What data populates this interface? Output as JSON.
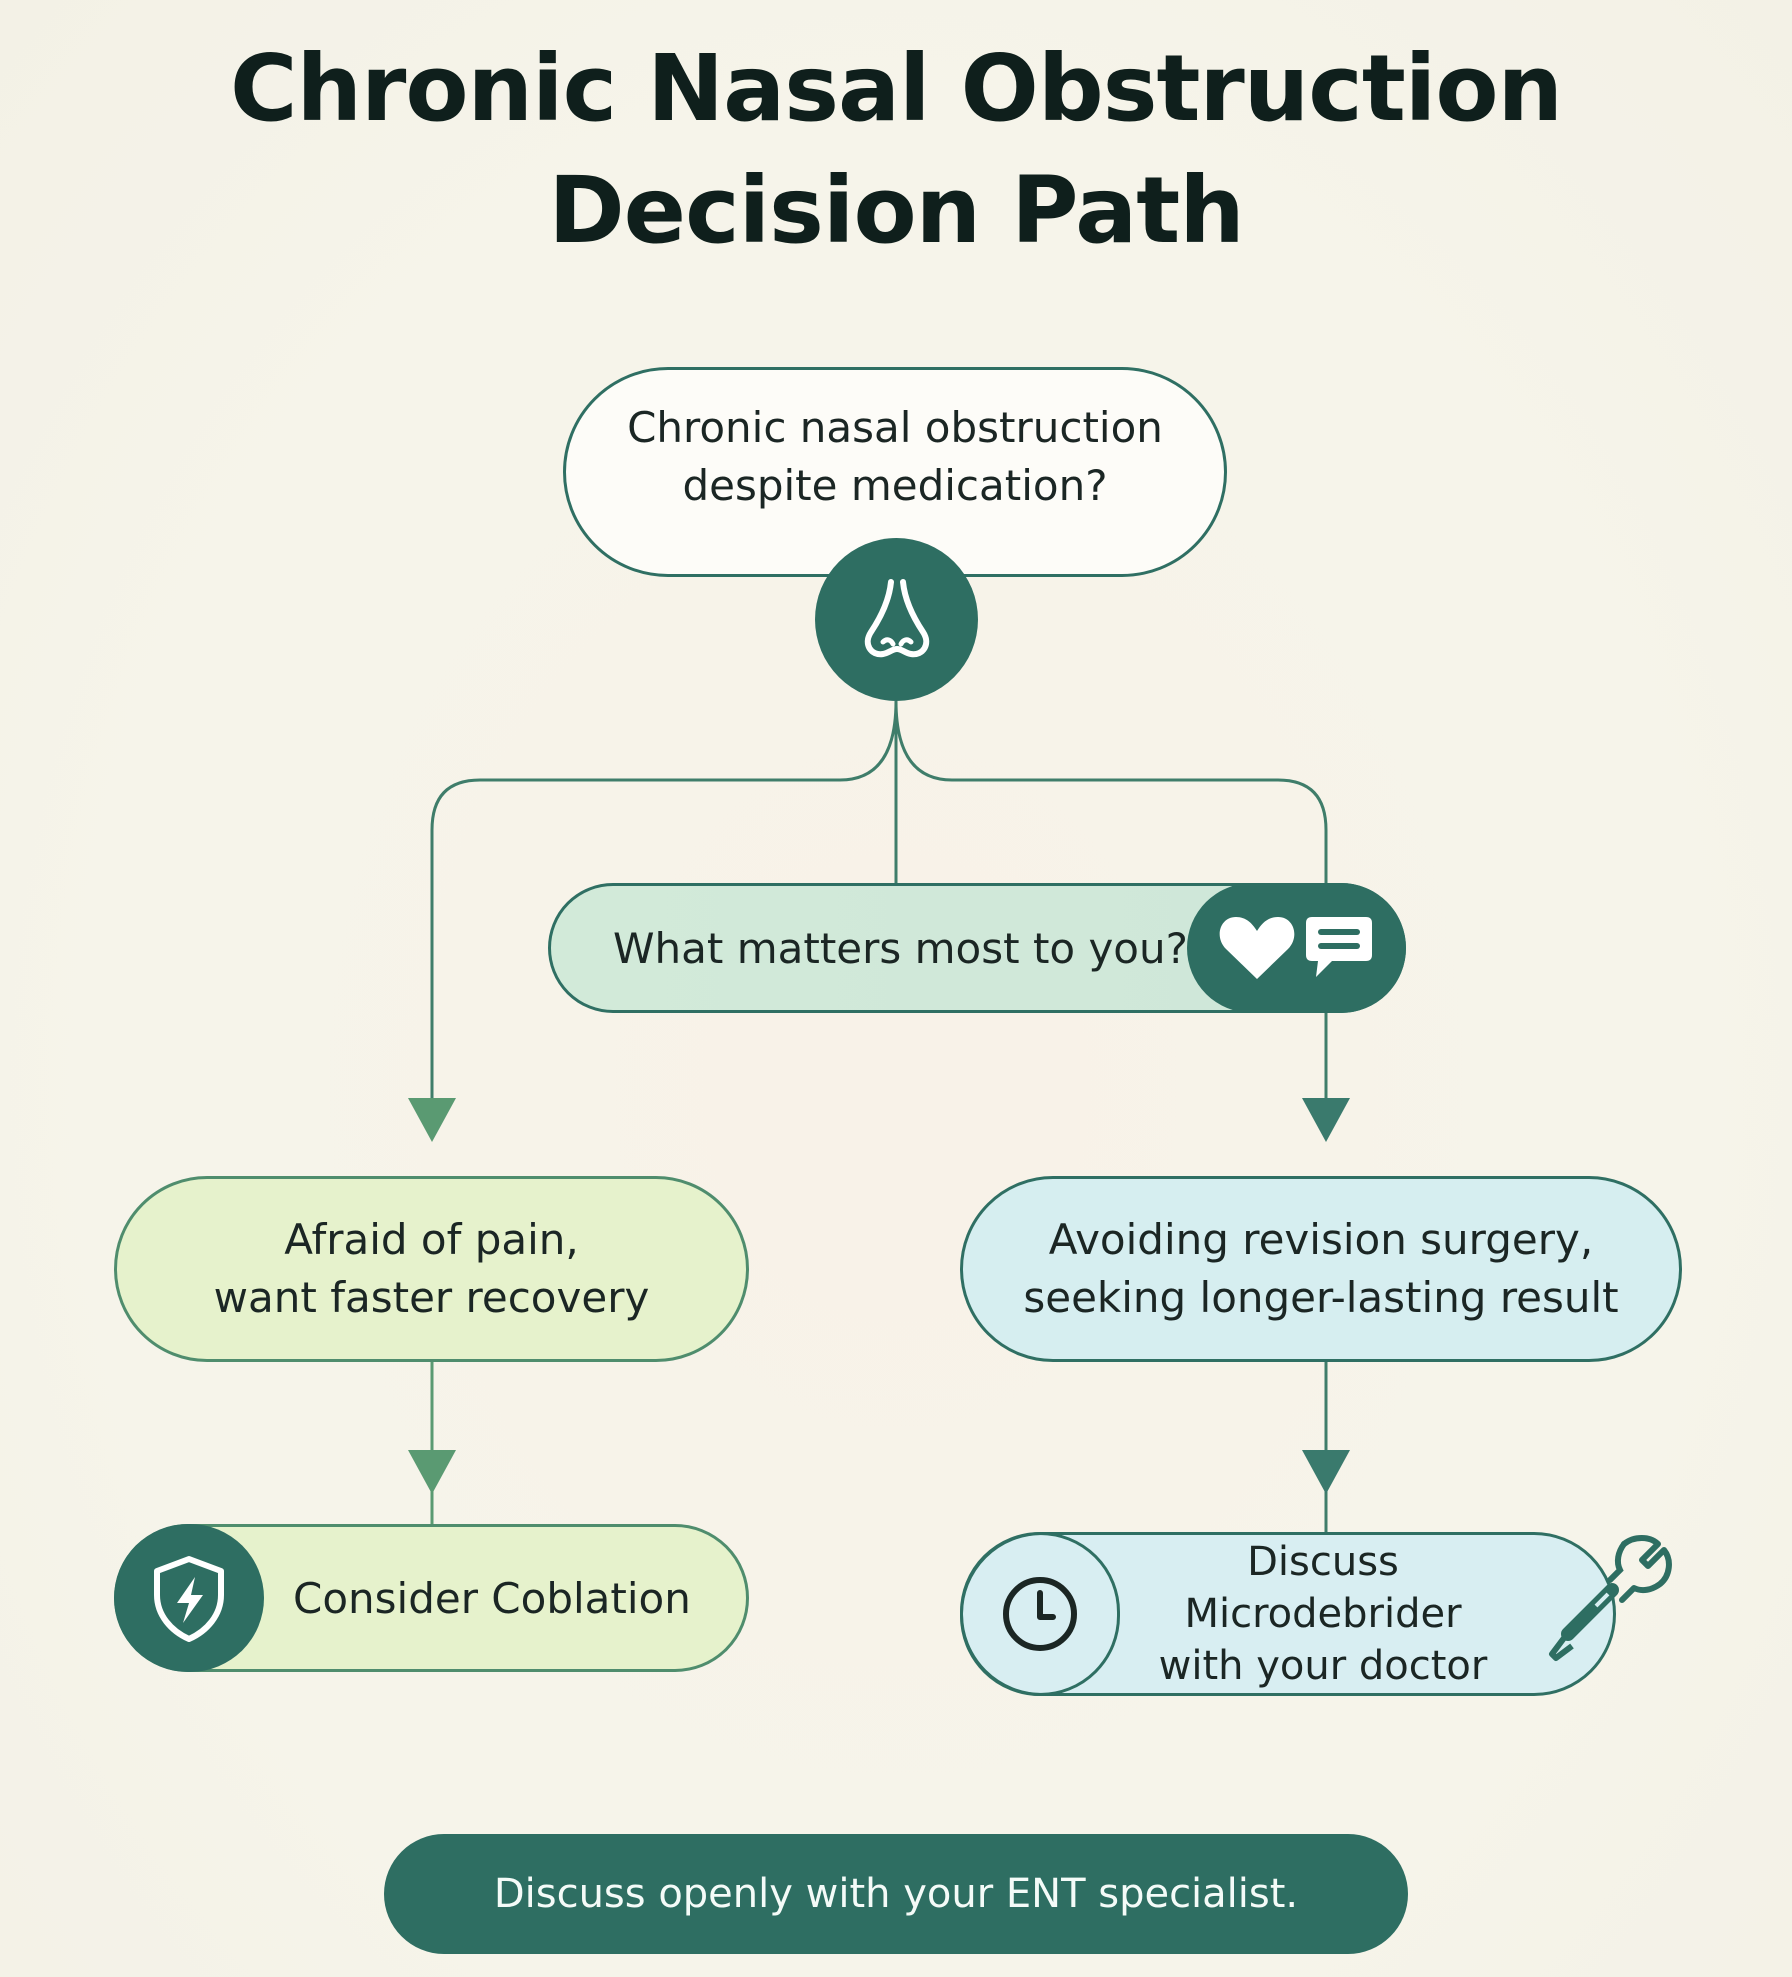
{
  "title": {
    "line1": "Chronic Nasal Obstruction",
    "line2": "Decision Path"
  },
  "nodes": {
    "start": {
      "line1": "Chronic nasal obstruction",
      "line2": "despite medication?"
    },
    "question": {
      "label": "What matters most to you?"
    },
    "left_condition": {
      "line1": "Afraid of pain,",
      "line2": "want faster recovery"
    },
    "right_condition": {
      "line1": "Avoiding revision surgery,",
      "line2": "seeking longer-lasting result"
    },
    "left_outcome": {
      "label": "Consider Coblation"
    },
    "right_outcome": {
      "line1": "Discuss Microdebrider",
      "line2": "with your doctor"
    }
  },
  "footer": {
    "label": "Discuss openly with your ENT specialist."
  },
  "icons": {
    "start": "nose-icon",
    "question": [
      "heart-icon",
      "chat-bubble-icon"
    ],
    "left_outcome": "shield-lightning-icon",
    "right_outcome": [
      "clock-icon",
      "wrench-screwdriver-icon"
    ]
  },
  "colors": {
    "primary": "#2e6e62",
    "left_branch": "#5a9a72",
    "left_fill": "#e6f2cc",
    "right_fill": "#d6eef0",
    "question_fill": "#cfe7d9",
    "background": "#f7f3ea"
  }
}
